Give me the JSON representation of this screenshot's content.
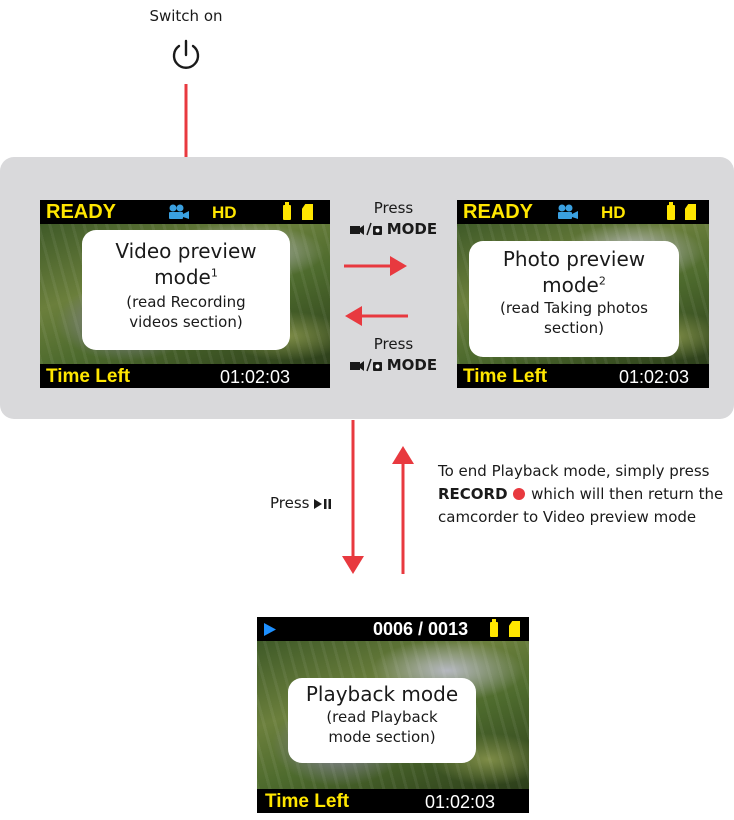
{
  "top": {
    "label": "Switch on",
    "power_icon": "power-icon"
  },
  "colors": {
    "arrow": "#e8393f",
    "band": "#d9d9db",
    "status_yellow": "#ffe600",
    "record_red": "#e8393f",
    "play_blue": "#1e90ff"
  },
  "video_screen": {
    "status": "READY",
    "quality": "HD",
    "footer_left": "Time Left",
    "footer_right": "01:02:03",
    "card_title": "Video preview mode",
    "card_note": "1",
    "card_sub": "(read Recording videos section)"
  },
  "photo_screen": {
    "status": "READY",
    "quality": "HD",
    "footer_left": "Time Left",
    "footer_right": "01:02:03",
    "card_title": "Photo preview mode",
    "card_note": "2",
    "card_sub": "(read Taking photos section)"
  },
  "mode_press_forward": {
    "press": "Press",
    "button": "MODE"
  },
  "mode_press_back": {
    "press": "Press",
    "button": "MODE"
  },
  "playback_press": {
    "label": "Press"
  },
  "end_playback_note": {
    "before": "To end Playback mode, simply press",
    "button": "RECORD",
    "after": "which will then return the camcorder to Video preview mode"
  },
  "playback_screen": {
    "counter": "0006 / 0013",
    "footer_left": "Time Left",
    "footer_right": "01:02:03",
    "card_title": "Playback mode",
    "card_sub": "(read Playback mode section)"
  }
}
